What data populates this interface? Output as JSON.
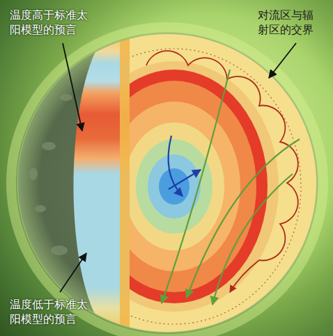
{
  "diagram": {
    "labels": [
      "温度高于标准太阳模型的预言",
      "对流区与辐射区的交界",
      "温度低于标准太阳模型的预言"
    ]
  }
}
